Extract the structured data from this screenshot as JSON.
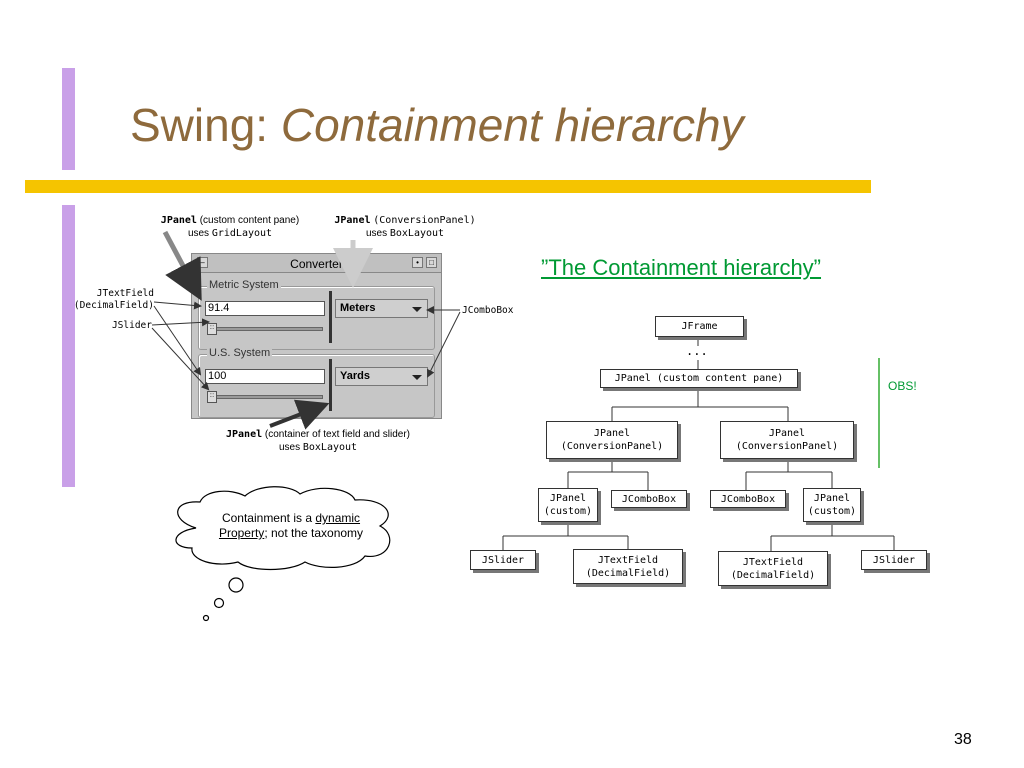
{
  "slide": {
    "title_plain": "Swing: ",
    "title_italic": "Containment hierarchy",
    "link_title": "”The Containment hierarchy”",
    "obs": "OBS!",
    "page_number": "38",
    "colors": {
      "title": "#8e6a3c",
      "accent_bar_purple": "#c9a0e8",
      "accent_bar_yellow": "#f5c400",
      "link": "#009933"
    }
  },
  "figure": {
    "annotations": {
      "content_pane_class": "JPanel",
      "content_pane_desc": "(custom content pane)",
      "content_pane_uses": "uses",
      "content_pane_layout": "GridLayout",
      "conversion_panel_class": "JPanel",
      "conversion_panel_desc": "(ConversionPanel)",
      "conversion_panel_uses": "uses",
      "conversion_panel_layout": "BoxLayout",
      "textfield_line1": "JTextField",
      "textfield_line2": "(DecimalField)",
      "slider": "JSlider",
      "combobox": "JComboBox",
      "bottom_class": "JPanel",
      "bottom_desc": "(container of text field and slider)",
      "bottom_uses": "uses",
      "bottom_layout": "BoxLayout"
    },
    "window": {
      "title": "Converter",
      "metric_group": "Metric System",
      "metric_value": "91.4",
      "metric_unit": "Meters",
      "us_group": "U.S. System",
      "us_value": "100",
      "us_unit": "Yards"
    }
  },
  "tree": {
    "jframe": "JFrame",
    "ellipsis": "...",
    "content_pane": "JPanel (custom content pane)",
    "conv_left": "JPanel\n(ConversionPanel)",
    "conv_right": "JPanel\n(ConversionPanel)",
    "panel_custom_left": "JPanel\n(custom)",
    "combo_left": "JComboBox",
    "combo_right": "JComboBox",
    "panel_custom_right": "JPanel\n(custom)",
    "slider_left": "JSlider",
    "textfield_left": "JTextField\n(DecimalField)",
    "textfield_right": "JTextField\n(DecimalField)",
    "slider_right": "JSlider"
  },
  "cloud": {
    "text_before": "Containment is a ",
    "link1": "dynamic",
    "link2": "Property",
    "text_after": "; not the taxonomy"
  }
}
